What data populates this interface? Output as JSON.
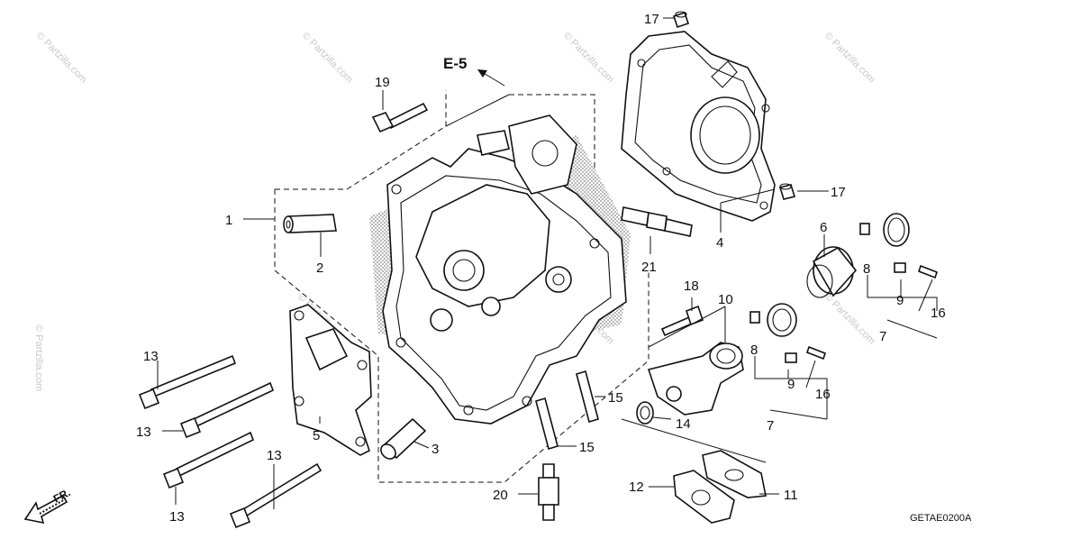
{
  "title": "",
  "diagram_code": "GETAE0200A",
  "reference_label": "E-5",
  "direction_label": "FR.",
  "watermarks": [
    "© Partzilla.com",
    "© Partzilla.com",
    "© Partzilla.com",
    "© Partzilla.com",
    "© Partzilla.com",
    "© Partzilla.com",
    "© Partzilla.com",
    "© Partzilla.com"
  ],
  "callouts": [
    {
      "id": "c1",
      "label": "1"
    },
    {
      "id": "c2",
      "label": "2"
    },
    {
      "id": "c3",
      "label": "3"
    },
    {
      "id": "c4",
      "label": "4"
    },
    {
      "id": "c5",
      "label": "5"
    },
    {
      "id": "c6",
      "label": "6"
    },
    {
      "id": "c7a",
      "label": "7"
    },
    {
      "id": "c7b",
      "label": "7"
    },
    {
      "id": "c8a",
      "label": "8"
    },
    {
      "id": "c8b",
      "label": "8"
    },
    {
      "id": "c9a",
      "label": "9"
    },
    {
      "id": "c9b",
      "label": "9"
    },
    {
      "id": "c10",
      "label": "10"
    },
    {
      "id": "c11",
      "label": "11"
    },
    {
      "id": "c12",
      "label": "12"
    },
    {
      "id": "c13a",
      "label": "13"
    },
    {
      "id": "c13b",
      "label": "13"
    },
    {
      "id": "c13c",
      "label": "13"
    },
    {
      "id": "c13d",
      "label": "13"
    },
    {
      "id": "c14",
      "label": "14"
    },
    {
      "id": "c15a",
      "label": "15"
    },
    {
      "id": "c15b",
      "label": "15"
    },
    {
      "id": "c16a",
      "label": "16"
    },
    {
      "id": "c16b",
      "label": "16"
    },
    {
      "id": "c17a",
      "label": "17"
    },
    {
      "id": "c17b",
      "label": "17"
    },
    {
      "id": "c18",
      "label": "18"
    },
    {
      "id": "c19",
      "label": "19"
    },
    {
      "id": "c20",
      "label": "20"
    },
    {
      "id": "c21",
      "label": "21"
    }
  ]
}
